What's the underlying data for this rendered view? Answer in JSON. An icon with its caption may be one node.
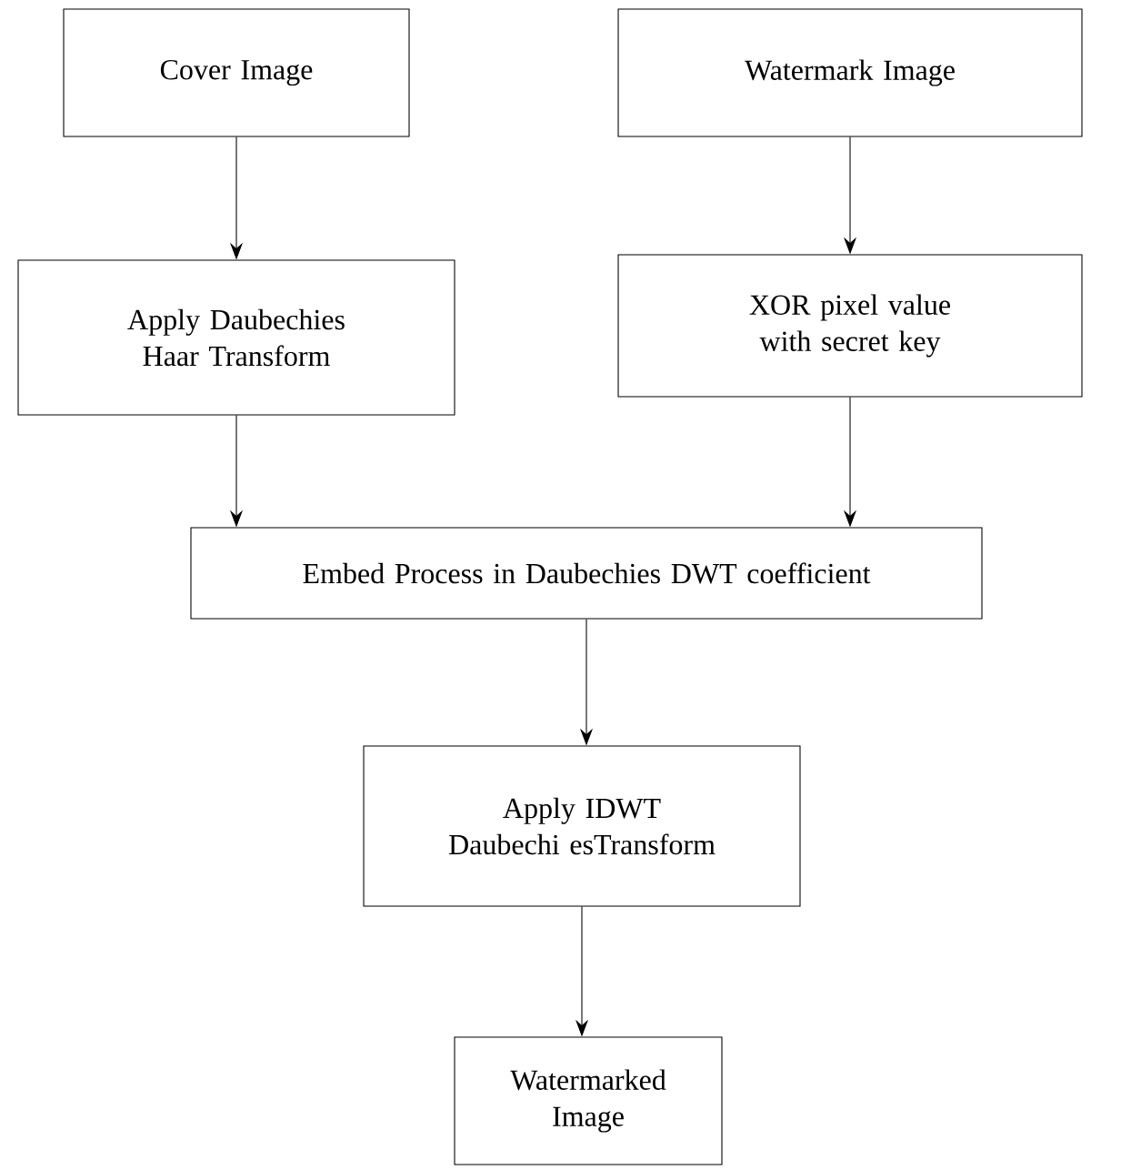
{
  "diagram": {
    "nodes": [
      {
        "text": [
          "Cover Image"
        ]
      },
      {
        "text": [
          "Watermark Image"
        ]
      },
      {
        "text": [
          "Apply Daubechies Haar Transform"
        ]
      },
      {
        "text": [
          "XOR pixel value with secret key"
        ]
      },
      {
        "text": [
          "Embed Process in Daubechies DWT coefficient"
        ]
      },
      {
        "text": [
          "Apply IDWT Daubechi esTransform"
        ]
      },
      {
        "text": [
          "Watermarked Image"
        ]
      }
    ],
    "edges": [
      {
        "from": 0,
        "to": 2,
        "arrow": "to"
      },
      {
        "from": 1,
        "to": 3,
        "arrow": "to"
      },
      {
        "from": 2,
        "to": 4,
        "arrow": "to"
      },
      {
        "from": 3,
        "to": 4,
        "arrow": "to"
      },
      {
        "from": 4,
        "to": 5,
        "arrow": "to"
      },
      {
        "from": 5,
        "to": 6,
        "arrow": "to"
      }
    ]
  }
}
